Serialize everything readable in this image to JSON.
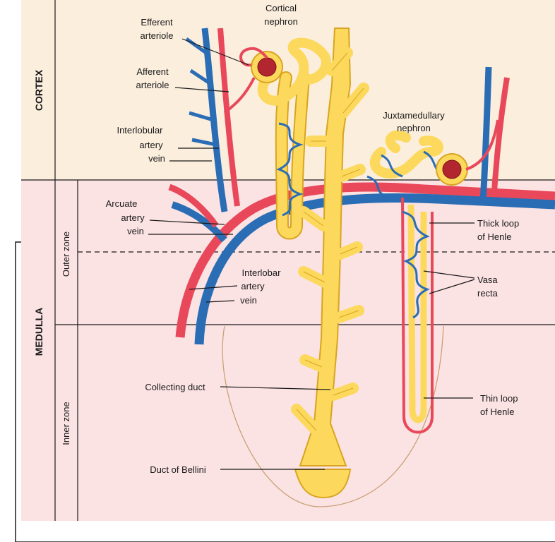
{
  "regions": {
    "cortex": "CORTEX",
    "medulla": "MEDULLA",
    "outer_zone": "Outer zone",
    "inner_zone": "Inner zone"
  },
  "labels": {
    "efferent": "Efferent",
    "arteriole_1": "arteriole",
    "afferent": "Afferent",
    "arteriole_2": "arteriole",
    "cortical": "Cortical",
    "nephron_1": "nephron",
    "juxtamedullary": "Juxtamedullary",
    "nephron_2": "nephron",
    "interlobular": "Interlobular",
    "artery_1": "artery",
    "vein_1": "vein",
    "arcuate": "Arcuate",
    "artery_2": "artery",
    "vein_2": "vein",
    "interlobar": "Interlobar",
    "artery_3": "artery",
    "vein_3": "vein",
    "thick_loop": "Thick loop",
    "of_henle_1": "of Henle",
    "vasa": "Vasa",
    "recta": "recta",
    "collecting_duct": "Collecting duct",
    "thin_loop": "Thin loop",
    "of_henle_2": "of Henle",
    "duct_of_bellini": "Duct of Bellini"
  },
  "colors": {
    "cortex_bg": "#fbeedd",
    "medulla_bg": "#fbe2e3",
    "artery": "#e8485a",
    "vein": "#2a6db5",
    "tubule": "#fcd95c",
    "tubule_edge": "#d9a520"
  }
}
